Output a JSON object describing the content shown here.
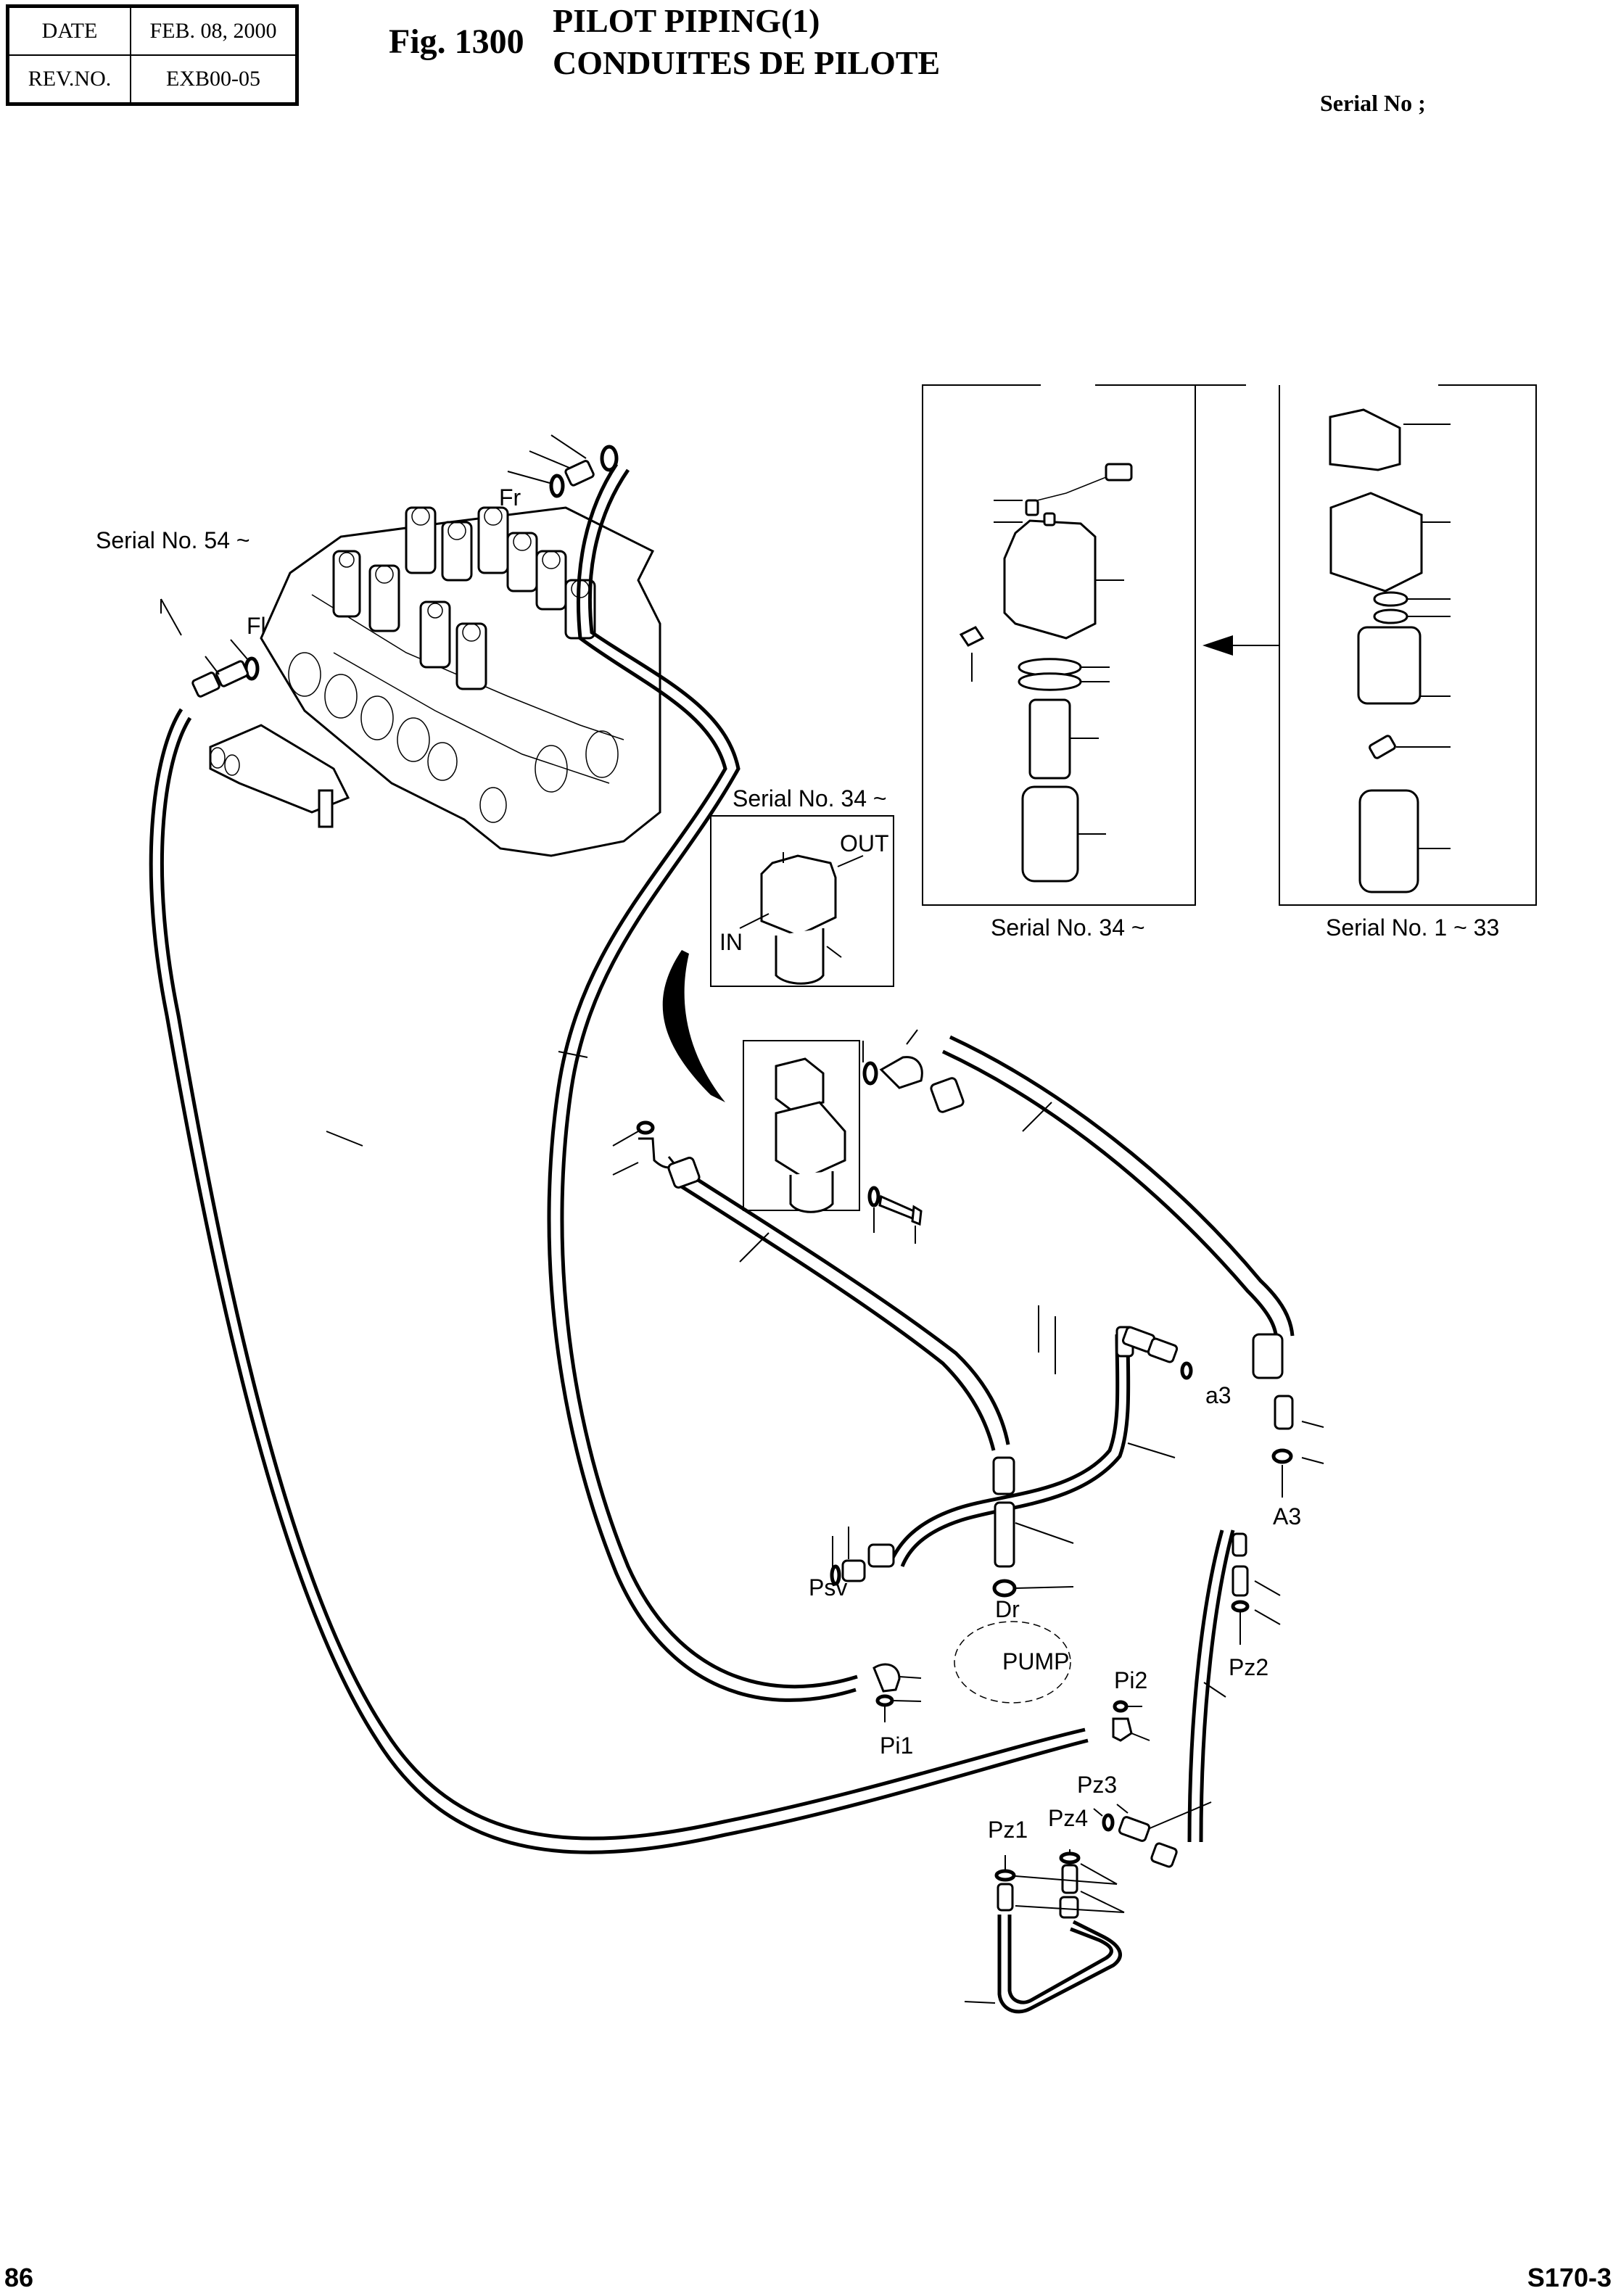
{
  "header": {
    "date_label": "DATE",
    "date_value": "FEB. 08, 2000",
    "rev_label": "REV.NO.",
    "rev_value": "EXB00-05",
    "fig_number": "Fig. 1300",
    "title_en": "PILOT PIPING(1)",
    "title_fr": "CONDUITES DE PILOTE",
    "serial_no": "Serial No ;"
  },
  "diagram": {
    "labels": {
      "serial_54": "Serial No. 54 ~",
      "fr": "Fr",
      "fl": "Fl",
      "serial_34_small": "Serial No. 34 ~",
      "out": "OUT",
      "in": "IN",
      "serial_34_box": "Serial No. 34 ~",
      "serial_1_33_box": "Serial No. 1 ~ 33",
      "a3_lower": "a3",
      "a3_upper": "A3",
      "psv": "Psv",
      "dr": "Dr",
      "pump": "PUMP",
      "pi1": "Pi1",
      "pi2": "Pi2",
      "pz1": "Pz1",
      "pz2": "Pz2",
      "pz3": "Pz3",
      "pz4": "Pz4"
    }
  },
  "footer": {
    "page_number": "86",
    "model": "S170-3"
  }
}
